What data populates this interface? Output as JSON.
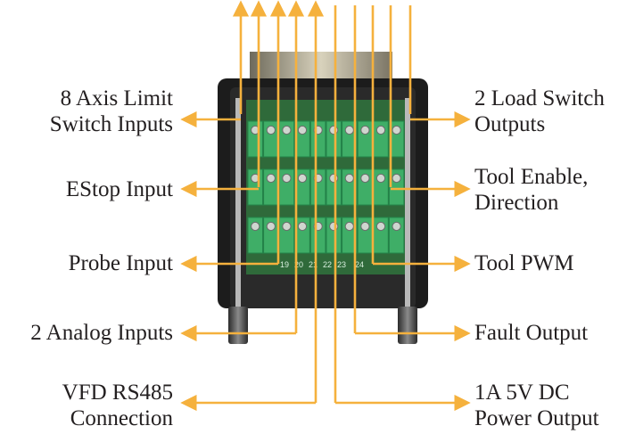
{
  "colors": {
    "arrow": "#f5b13d",
    "housing": "#1c1c1c",
    "terminal_green": "#3fae67",
    "terminal_dark": "#23844a",
    "pcb": "#2f6a3a",
    "label_text": "#231f20"
  },
  "terminal_numbers": [
    "19",
    "20",
    "21",
    "22",
    "23",
    "24"
  ],
  "labels_left": [
    {
      "id": "limit",
      "lines": [
        "8 Axis Limit",
        "Switch Inputs"
      ]
    },
    {
      "id": "estop",
      "lines": [
        "EStop Input"
      ]
    },
    {
      "id": "probe",
      "lines": [
        "Probe Input"
      ]
    },
    {
      "id": "analog",
      "lines": [
        "2 Analog Inputs"
      ]
    },
    {
      "id": "vfd",
      "lines": [
        "VFD RS485",
        "Connection"
      ]
    }
  ],
  "labels_right": [
    {
      "id": "load",
      "lines": [
        "2 Load Switch",
        "Outputs"
      ]
    },
    {
      "id": "tool-enable",
      "lines": [
        "Tool Enable,",
        "Direction"
      ]
    },
    {
      "id": "pwm",
      "lines": [
        "Tool PWM"
      ]
    },
    {
      "id": "fault",
      "lines": [
        "Fault Output"
      ]
    },
    {
      "id": "power",
      "lines": [
        "1A 5V DC",
        "Power Output"
      ]
    }
  ]
}
